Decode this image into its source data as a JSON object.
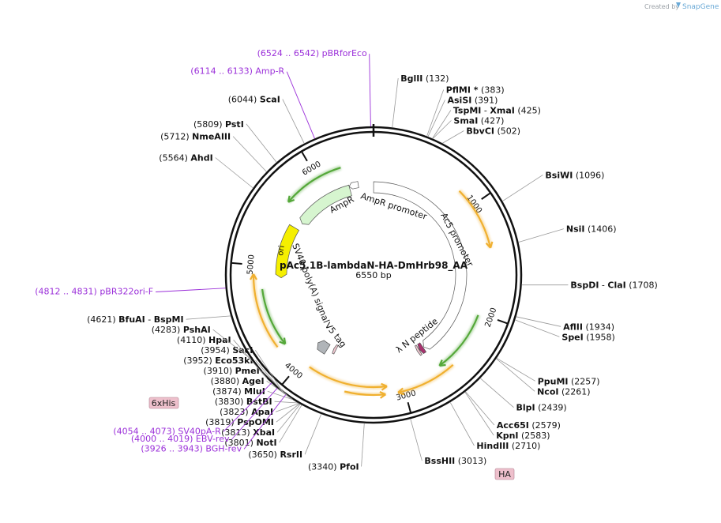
{
  "credit": {
    "prefix": "Created by",
    "brand": "SnapGene"
  },
  "plasmid": {
    "name": "pAc5.1B-lambdaN-HA-DmHrb98_AA",
    "length": "6550 bp",
    "total_bp": 6550
  },
  "ticks": [
    {
      "bp": 1000,
      "label": "1000"
    },
    {
      "bp": 2000,
      "label": "2000"
    },
    {
      "bp": 3000,
      "label": "3000"
    },
    {
      "bp": 4000,
      "label": "4000"
    },
    {
      "bp": 5000,
      "label": "5000"
    },
    {
      "bp": 6000,
      "label": "6000"
    }
  ],
  "features": [
    {
      "name": "AmpR",
      "start": 5560,
      "end": 6270,
      "strand": -1,
      "color": "#d6f5cf"
    },
    {
      "name": "AmpR promoter",
      "start": 6270,
      "end": 6375,
      "strand": -1,
      "color": "#ffffff"
    },
    {
      "name": "Ac5 promoter",
      "start": 1,
      "end": 2640,
      "strand": 1,
      "color": "#ffffff"
    },
    {
      "name": "λ N peptide",
      "start": 2650,
      "end": 2700,
      "strand": 1,
      "color": "#a8326e"
    },
    {
      "name": "HA",
      "start": 2705,
      "end": 2732,
      "strand": 1,
      "color": "#f0c8d0"
    },
    {
      "name": "ori",
      "start": 4880,
      "end": 5475,
      "strand": -1,
      "color": "#f5ef00"
    },
    {
      "name": "SV40 poly(A) signal",
      "start": 3855,
      "end": 3990,
      "strand": 1,
      "color": "#b0b4b8"
    },
    {
      "name": "V5 tag",
      "start": 3760,
      "end": 3790,
      "strand": 1,
      "color": "#f0c8d0"
    }
  ],
  "orfs": [
    {
      "start": 830,
      "end": 1400,
      "strand": 1,
      "color": "#f0b030"
    },
    {
      "start": 2020,
      "end": 2620,
      "strand": 1,
      "color": "#55a83a"
    },
    {
      "start": 2520,
      "end": 3060,
      "strand": 1,
      "color": "#f0b030"
    },
    {
      "start": 3150,
      "end": 3910,
      "strand": -1,
      "color": "#f0b030"
    },
    {
      "start": 3170,
      "end": 3530,
      "strand": -1,
      "color": "#f0b030"
    },
    {
      "start": 4220,
      "end": 4780,
      "strand": -1,
      "color": "#55a83a"
    },
    {
      "start": 4240,
      "end": 4920,
      "strand": 1,
      "color": "#f0b030"
    },
    {
      "start": 5650,
      "end": 6240,
      "strand": -1,
      "color": "#55a83a"
    }
  ],
  "feature_labels": {
    "ampr": "AmpR",
    "ampr_promoter": "AmpR promoter",
    "ac5": "Ac5 promoter",
    "lambdan": "λ N peptide",
    "ori": "ori",
    "sv40": "SV40 poly(A) signal",
    "v5": "V5 tag",
    "sixhis": "6xHis",
    "ha": "HA"
  },
  "sites": [
    {
      "bp": 132,
      "name": "BglII",
      "pos": "(132)",
      "fmt": "np"
    },
    {
      "bp": 383,
      "name": "PflMI *",
      "pos": "(383)",
      "fmt": "np"
    },
    {
      "bp": 391,
      "name": "AsiSI",
      "pos": "(391)",
      "fmt": "np"
    },
    {
      "bp": 425,
      "name": "TspMI",
      "name2": "XmaI",
      "pos": "(425)",
      "fmt": "np2"
    },
    {
      "bp": 427,
      "name": "SmaI",
      "pos": "(427)",
      "fmt": "np"
    },
    {
      "bp": 502,
      "name": "BbvCI",
      "pos": "(502)",
      "fmt": "np"
    },
    {
      "bp": 1096,
      "name": "BsiWI",
      "pos": "(1096)",
      "fmt": "np"
    },
    {
      "bp": 1406,
      "name": "NsiI",
      "pos": "(1406)",
      "fmt": "np"
    },
    {
      "bp": 1708,
      "name": "BspDI",
      "name2": "ClaI",
      "pos": "(1708)",
      "fmt": "np2"
    },
    {
      "bp": 1934,
      "name": "AflII",
      "pos": "(1934)",
      "fmt": "np"
    },
    {
      "bp": 1958,
      "name": "SpeI",
      "pos": "(1958)",
      "fmt": "np"
    },
    {
      "bp": 2257,
      "name": "PpuMI",
      "pos": "(2257)",
      "fmt": "np"
    },
    {
      "bp": 2261,
      "name": "NcoI",
      "pos": "(2261)",
      "fmt": "np"
    },
    {
      "bp": 2439,
      "name": "BlpI",
      "pos": "(2439)",
      "fmt": "np"
    },
    {
      "bp": 2579,
      "name": "Acc65I",
      "pos": "(2579)",
      "fmt": "np"
    },
    {
      "bp": 2583,
      "name": "KpnI",
      "pos": "(2583)",
      "fmt": "np"
    },
    {
      "bp": 2710,
      "name": "HindIII",
      "pos": "(2710)",
      "fmt": "np"
    },
    {
      "bp": 3013,
      "name": "BssHII",
      "pos": "(3013)",
      "fmt": "np"
    },
    {
      "bp": 3340,
      "name": "PfoI",
      "pos": "(3340)",
      "fmt": "pn"
    },
    {
      "bp": 3650,
      "name": "RsrII",
      "pos": "(3650)",
      "fmt": "pn"
    },
    {
      "bp": 3801,
      "name": "NotI",
      "pos": "(3801)",
      "fmt": "pn"
    },
    {
      "bp": 3813,
      "name": "XbaI",
      "pos": "(3813)",
      "fmt": "pn"
    },
    {
      "bp": 3819,
      "name": "PspOMI",
      "pos": "(3819)",
      "fmt": "pn"
    },
    {
      "bp": 3823,
      "name": "ApaI",
      "pos": "(3823)",
      "fmt": "pn"
    },
    {
      "bp": 3830,
      "name": "BstBI",
      "pos": "(3830)",
      "fmt": "pn"
    },
    {
      "bp": 3874,
      "name": "MluI",
      "pos": "(3874)",
      "fmt": "pn"
    },
    {
      "bp": 3880,
      "name": "AgeI",
      "pos": "(3880)",
      "fmt": "pn"
    },
    {
      "bp": 3910,
      "name": "PmeI",
      "pos": "(3910)",
      "fmt": "pn"
    },
    {
      "bp": 3952,
      "name": "Eco53kI",
      "pos": "(3952)",
      "fmt": "pn"
    },
    {
      "bp": 3954,
      "name": "SacI",
      "pos": "(3954)",
      "fmt": "pn"
    },
    {
      "bp": 4110,
      "name": "HpaI",
      "pos": "(4110)",
      "fmt": "pn"
    },
    {
      "bp": 4283,
      "name": "PshAI",
      "pos": "(4283)",
      "fmt": "pn"
    },
    {
      "bp": 4621,
      "name": "BfuAI",
      "name2": "BspMI",
      "pos": "(4621)",
      "fmt": "pn2"
    },
    {
      "bp": 5564,
      "name": "AhdI",
      "pos": "(5564)",
      "fmt": "pn"
    },
    {
      "bp": 5712,
      "name": "NmeAIII",
      "pos": "(5712)",
      "fmt": "pn"
    },
    {
      "bp": 5809,
      "name": "PstI",
      "pos": "(5809)",
      "fmt": "pn"
    },
    {
      "bp": 6044,
      "name": "ScaI",
      "pos": "(6044)",
      "fmt": "pn"
    }
  ],
  "primers": [
    {
      "bp": 6530,
      "text": "(6524 .. 6542)  pBRforEco"
    },
    {
      "bp": 6125,
      "text": "(6114 .. 6133)  Amp-R"
    },
    {
      "bp": 4820,
      "text": "(4812 .. 4831)  pBR322ori-F"
    },
    {
      "bp": 4064,
      "text": "(4054 .. 4073)  SV40pA-R"
    },
    {
      "bp": 4010,
      "text": "(4000 .. 4019)  EBV-rev"
    },
    {
      "bp": 3935,
      "text": "(3926 .. 3943)  BGH-rev"
    }
  ]
}
